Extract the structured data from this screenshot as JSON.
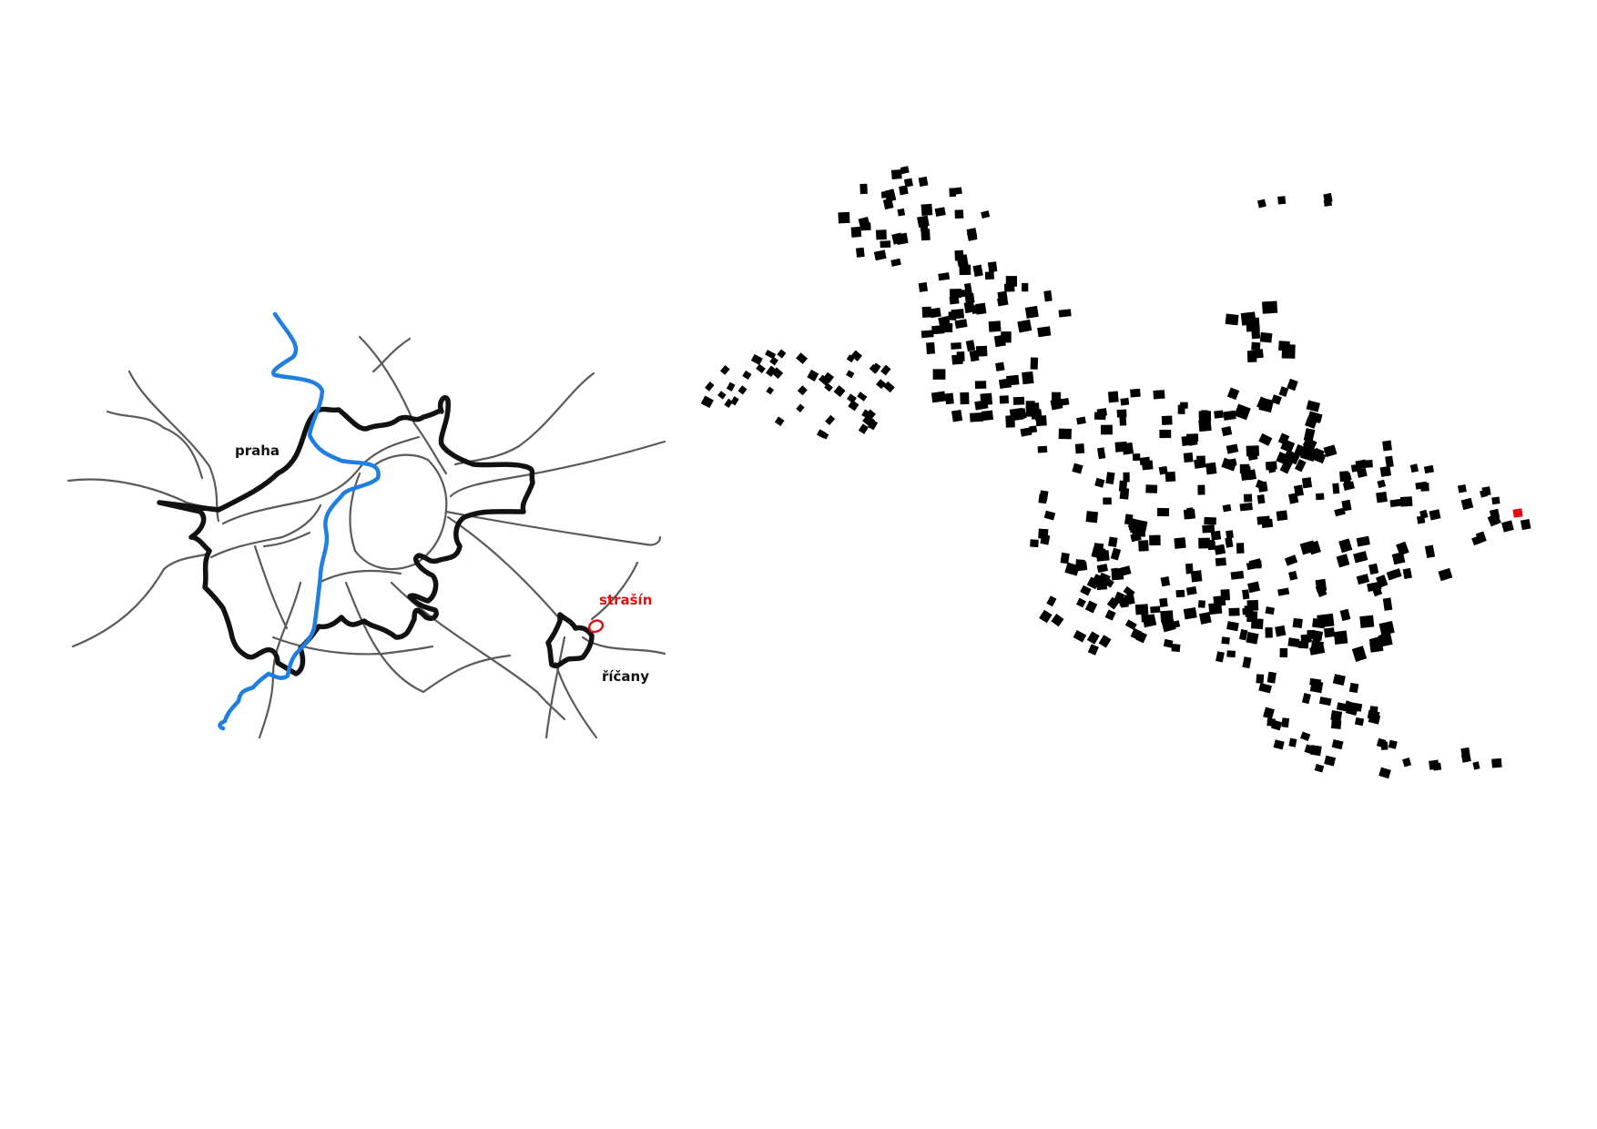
{
  "labels": {
    "praha": "praha",
    "strasin": "strašín",
    "ricany": "říčany"
  },
  "colors": {
    "boundary": "#111111",
    "road": "#5a5a5a",
    "river": "#1e7fe0",
    "highlight": "#e01010",
    "building": "#000000",
    "background": "#ffffff"
  },
  "icons": {
    "strasin_marker": "red-location-marker"
  }
}
